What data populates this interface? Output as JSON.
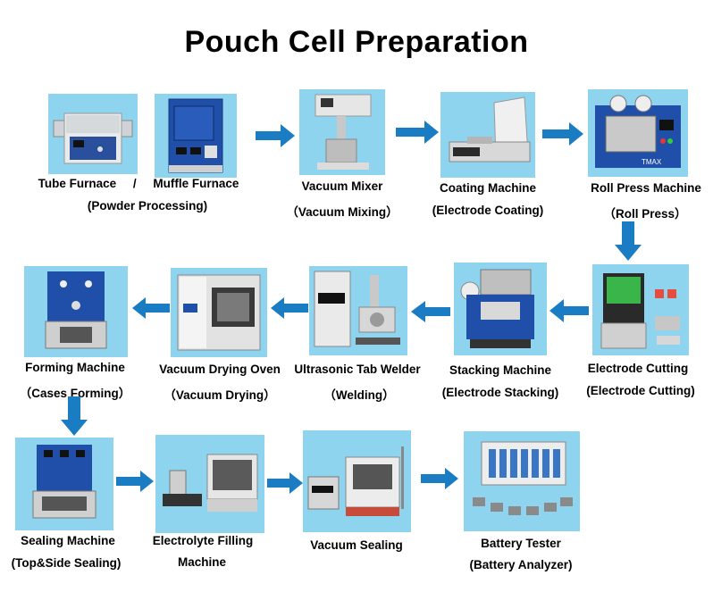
{
  "title": "Pouch Cell Preparation",
  "colors": {
    "panel": "#8fd4ef",
    "arrow": "#1a7dc4",
    "machine_blue": "#1f4fa8"
  },
  "steps": [
    {
      "name": "Tube Furnace",
      "sep": "/",
      "name2": "Muffle Furnace",
      "sub": "(Powder Processing)"
    },
    {
      "name": "Vacuum Mixer",
      "sub": "（Vacuum Mixing）"
    },
    {
      "name": "Coating Machine",
      "sub": "(Electrode Coating)"
    },
    {
      "name": "Roll Press Machine",
      "sub": "（Roll Press）"
    },
    {
      "name": "Electrode Cutting",
      "sub": "(Electrode Cutting)"
    },
    {
      "name": "Stacking Machine",
      "sub": "(Electrode Stacking)"
    },
    {
      "name": "Ultrasonic  Tab Welder",
      "sub": "（Welding）"
    },
    {
      "name": "Vacuum Drying  Oven",
      "sub": "（Vacuum Drying）"
    },
    {
      "name": "Forming Machine",
      "sub": "（Cases Forming）"
    },
    {
      "name": "Sealing Machine",
      "sub": "(Top&Side Sealing)"
    },
    {
      "name": "Electrolyte Filling",
      "sub": "Machine"
    },
    {
      "name": "Vacuum Sealing",
      "sub": ""
    },
    {
      "name": "Battery  Tester",
      "sub": "(Battery Analyzer)"
    }
  ],
  "brand_text": "TMAX"
}
